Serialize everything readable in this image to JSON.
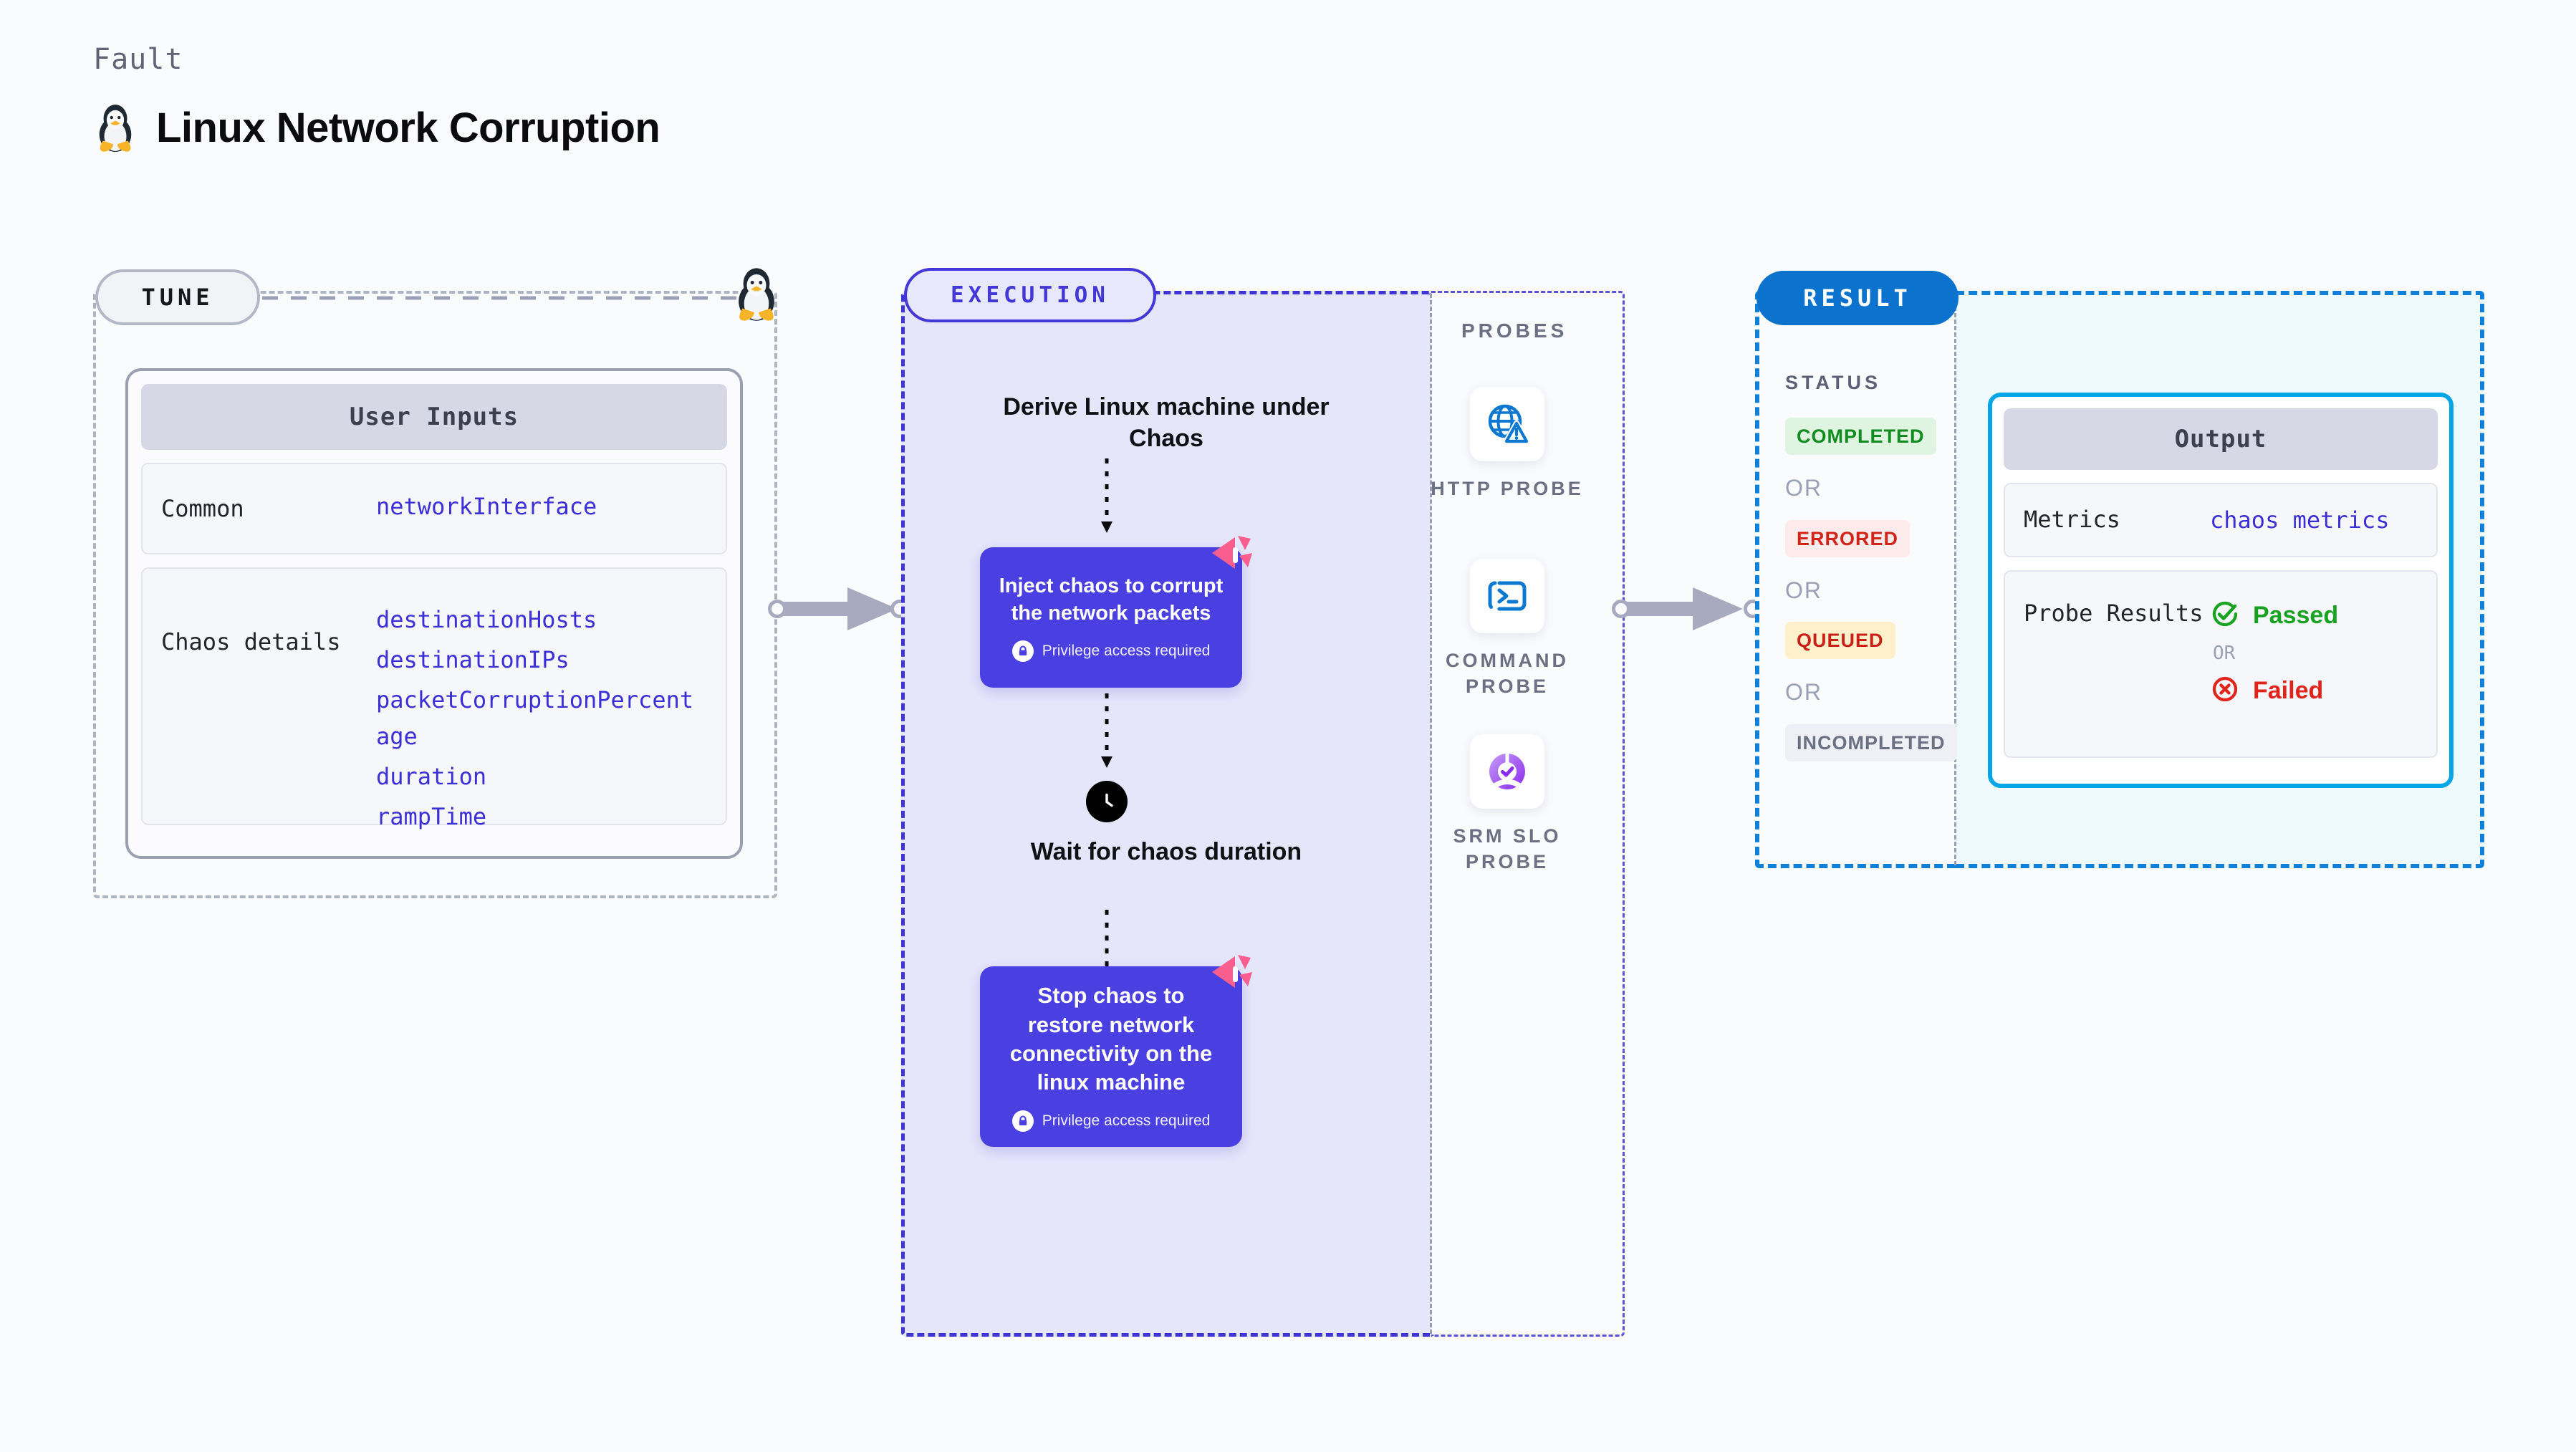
{
  "header": {
    "kicker": "Fault",
    "title": "Linux Network Corruption",
    "icon": "tux-linux-penguin-icon"
  },
  "tune": {
    "pill_label": "TUNE",
    "icon": "tux-linux-penguin-icon",
    "card": {
      "header": "User Inputs",
      "rows": [
        {
          "label": "Common",
          "values": [
            "networkInterface"
          ]
        },
        {
          "label": "Chaos details",
          "values": [
            "destinationHosts",
            "destinationIPs",
            "packetCorruptionPercentage",
            "duration",
            "rampTime"
          ]
        }
      ]
    }
  },
  "execution": {
    "pill_label": "EXECUTION",
    "steps": [
      {
        "type": "title",
        "label": "Derive Linux machine under Chaos"
      },
      {
        "type": "chaos",
        "label": "Inject chaos to corrupt the network packets",
        "note": "Privilege access required",
        "badge": "harness-logo-icon",
        "lock": "lock-icon"
      },
      {
        "type": "wait",
        "label": "Wait for chaos duration",
        "icon": "clock-icon"
      },
      {
        "type": "chaos",
        "label": "Stop chaos to restore network connectivity on the linux machine",
        "note": "Privilege access required",
        "badge": "harness-logo-icon",
        "lock": "lock-icon"
      }
    ]
  },
  "probes": {
    "section_label": "PROBES",
    "items": [
      {
        "label": "HTTP PROBE",
        "icon": "globe-warning-icon"
      },
      {
        "label": "COMMAND PROBE",
        "icon": "terminal-prompt-icon"
      },
      {
        "label": "SRM SLO PROBE",
        "icon": "slo-donut-check-icon"
      }
    ]
  },
  "result": {
    "pill_label": "RESULT",
    "status_label": "STATUS",
    "or_label": "OR",
    "statuses": [
      {
        "label": "COMPLETED",
        "bg": "#dff5e1",
        "fg": "#118c1e"
      },
      {
        "label": "ERRORED",
        "bg": "#fdeaea",
        "fg": "#d02418"
      },
      {
        "label": "QUEUED",
        "bg": "#fdf0cb",
        "fg": "#c92118"
      },
      {
        "label": "INCOMPLETED",
        "bg": "#eef0f5",
        "fg": "#6c7083"
      }
    ]
  },
  "output": {
    "card_header": "Output",
    "metrics_label": "Metrics",
    "metrics_value": "chaos metrics",
    "probe_results_label": "Probe Results",
    "or_label": "OR",
    "passed_label": "Passed",
    "failed_label": "Failed",
    "passed_icon": "check-circle-icon",
    "failed_icon": "x-circle-icon"
  },
  "colors": {
    "execution_accent": "#4338d6",
    "execution_fill": "#e6e6fb",
    "result_accent": "#1080d8",
    "output_fill": "#eefaff",
    "output_border": "#05a6e8",
    "chaos_box": "#4a3fe0",
    "harness_pink": "#f95e8e",
    "input_value": "#3b30d6",
    "tune_border": "#aeb3c2",
    "connector": "#a8abc0"
  }
}
